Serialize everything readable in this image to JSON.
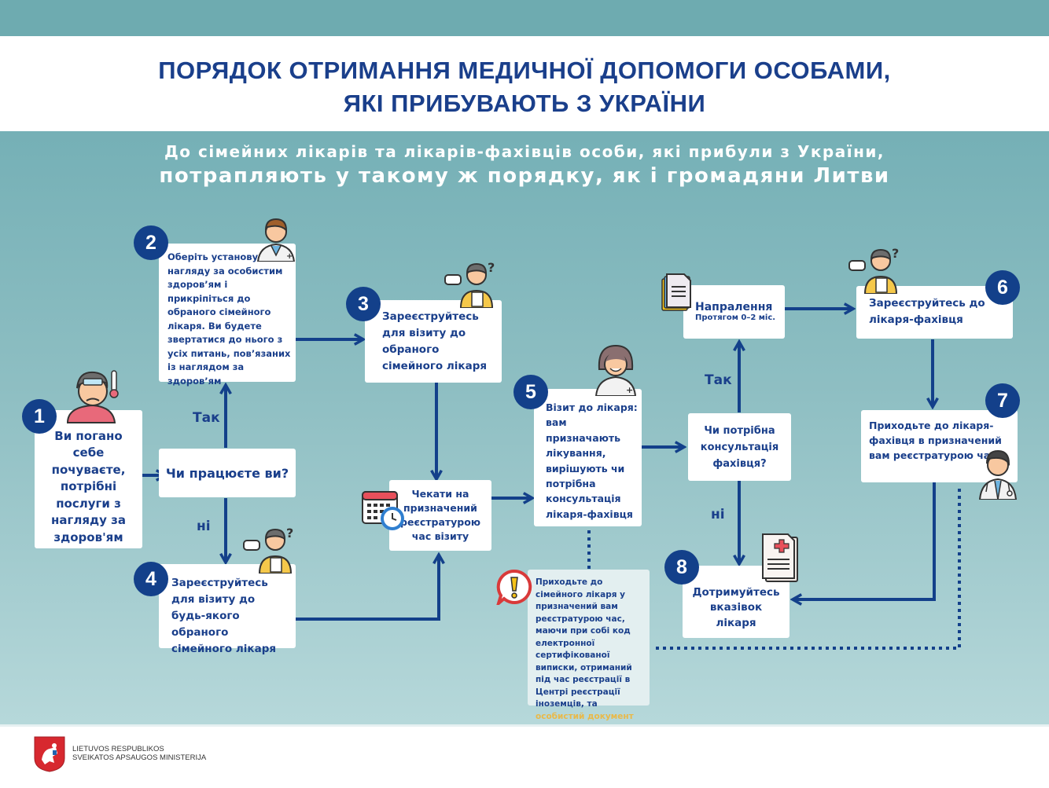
{
  "header": {
    "title_line1": "ПОРЯДОК ОТРИМАННЯ МЕДИЧНОЇ ДОПОМОГИ ОСОБАМИ,",
    "title_line2": "ЯКІ ПРИБУВАЮТЬ З УКРАЇНИ",
    "subtitle_line1": "До сімейних лікарів та лікарів-фахівців особи, які прибули з України,",
    "subtitle_line2": "потрапляють у такому ж порядку, як і громадяни Литви"
  },
  "steps": {
    "s1": {
      "number": "1",
      "text": "Ви погано себе почуваєте, потрібні послуги з нагляду за здоров'ям",
      "icon": "sick-person-icon"
    },
    "s2": {
      "number": "2",
      "text": "Оберіть установу з нагляду за особистим здоров’ям і прикріпіться до обраного сімейного лікаря. Ви будете звертатися до нього з усіх питань, пов’язаних із наглядом за здоров’ям",
      "icon": "male-doctor-icon"
    },
    "s3": {
      "number": "3",
      "text": "Зареєструйтесь для візиту до обраного сімейного лікаря",
      "icon": "person-registering-icon"
    },
    "s4": {
      "number": "4",
      "text": "Зареєструйтесь для візиту до будь-якого обраного сімейного лікаря",
      "icon": "person-registering-icon"
    },
    "s5": {
      "number": "5",
      "text": "Візит до лікаря: вам призначають лікування, вирішують чи потрібна консультація лікаря-фахівця",
      "icon": "female-doctor-icon"
    },
    "s6": {
      "number": "6",
      "text": "Зареєструйтесь до лікаря-фахівця",
      "icon": "person-registering-icon"
    },
    "s7": {
      "number": "7",
      "text": "Приходьте до лікаря-фахівця в призначений вам реєстратурою час",
      "icon": "doctor-stethoscope-icon"
    },
    "s8": {
      "number": "8",
      "text": "Дотримуйтесь вказівок лікаря",
      "icon": "medical-document-icon"
    }
  },
  "decisions": {
    "working": "Чи працюєте ви?",
    "specialist": "Чи потрібна консультація фахівця?"
  },
  "wait_box": {
    "text": "Чекати на призначений реєстратурою час візиту",
    "icon": "calendar-clock-icon"
  },
  "referral_box": {
    "title": "Напралення",
    "subtitle": "Протягом 0–2 міс.",
    "icon": "documents-icon"
  },
  "branch_labels": {
    "yes1": "Так",
    "no1": "ні",
    "yes2": "Так",
    "no2": "ні"
  },
  "note": {
    "text": "Приходьте до сімейного лікаря у призначений вам реєстратурою час, маючи при собі код електронної сертифікованої виписки, отриманий під час реєстрації в Центрі реєстрації іноземців, та",
    "highlight": "особистий документ",
    "icon": "warning-icon"
  },
  "footer": {
    "org_line1": "LIETUVOS RESPUBLIKOS",
    "org_line2": "SVEIKATOS APSAUGOS MINISTERIJA",
    "logo": "coat-of-arms-icon"
  },
  "colors": {
    "primary": "#13408a",
    "text": "#1a3f8b",
    "band": "#6eabb0",
    "highlight": "#e9b949"
  }
}
